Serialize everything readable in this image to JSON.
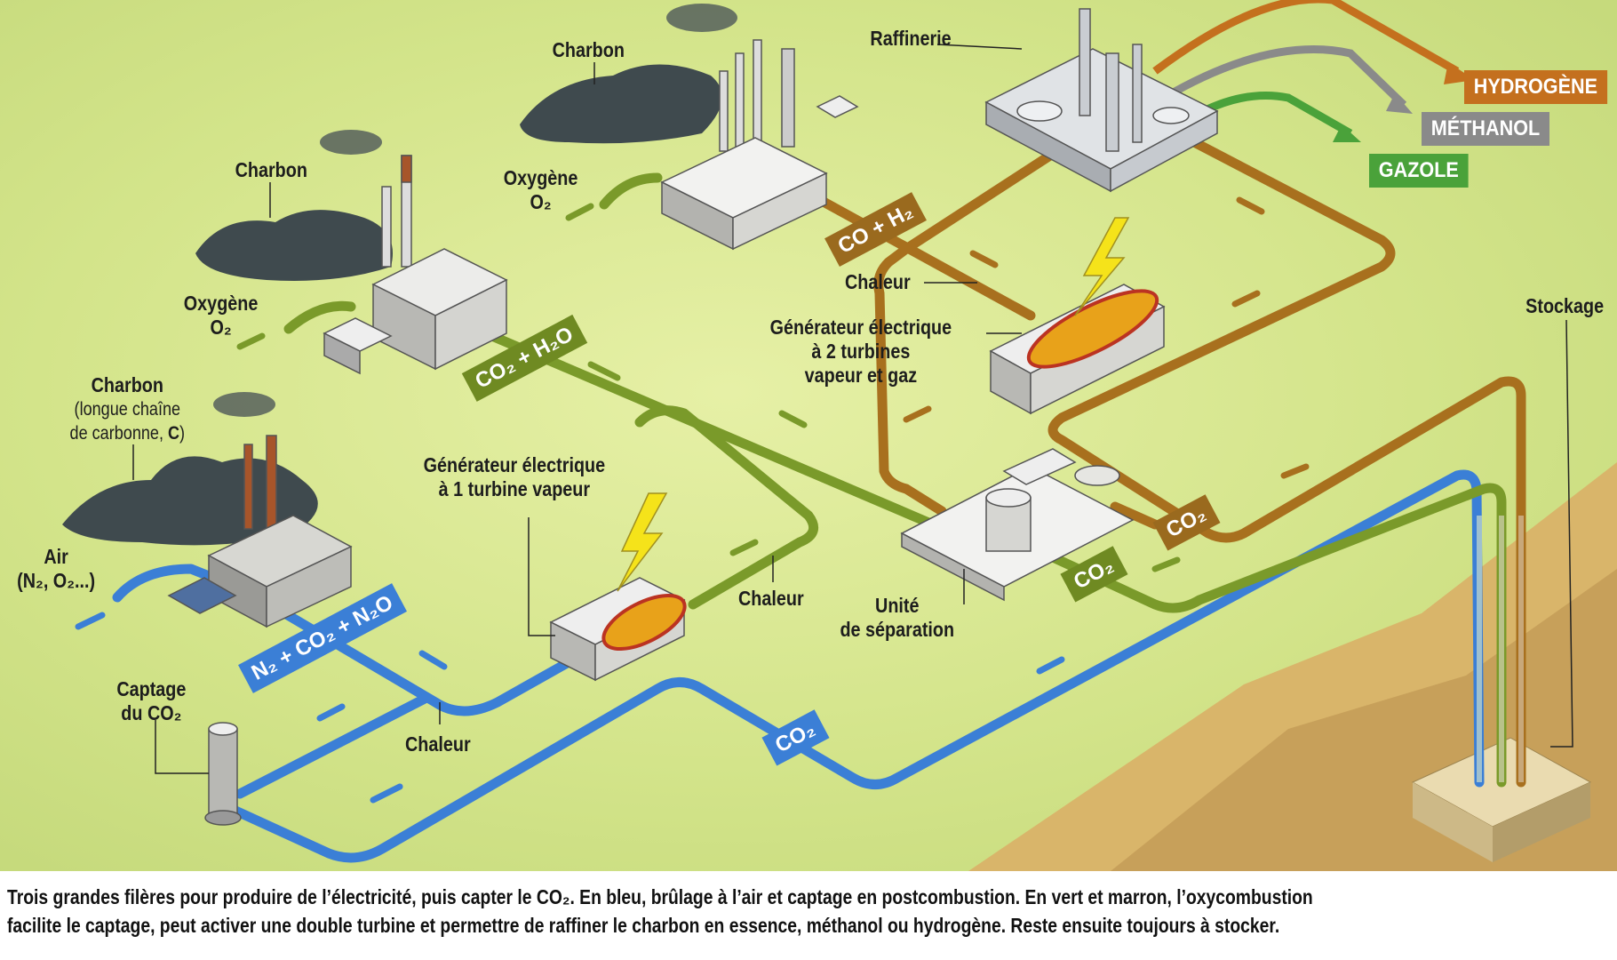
{
  "labels": {
    "charbon_top": "Charbon",
    "raffinerie": "Raffinerie",
    "charbon_mid": "Charbon",
    "oxygene_top": "Oxygène",
    "oxygene_top_formula": "O₂",
    "oxygene_left": "Oxygène",
    "oxygene_left_formula": "O₂",
    "chaleur_top": "Chaleur",
    "gen2_line1": "Générateur électrique",
    "gen2_line2": "à 2 turbines",
    "gen2_line3": "vapeur et gaz",
    "stockage": "Stockage",
    "charbon_low": "Charbon",
    "charbon_low_sub1": "(longue chaîne",
    "charbon_low_sub2": "de carbonne, ",
    "charbon_low_sub3": "C",
    "charbon_low_sub4": ")",
    "gen1_line1": "Générateur électrique",
    "gen1_line2": "à 1 turbine vapeur",
    "air": "Air",
    "air_formula": "(N₂, O₂...)",
    "chaleur_mid": "Chaleur",
    "separation_line1": "Unité",
    "separation_line2": "de séparation",
    "captage_line1": "Captage",
    "captage_line2": "du CO₂",
    "chaleur_low": "Chaleur"
  },
  "tags": {
    "co_h2": "CO + H₂",
    "co2_h2o": "CO₂ + H₂O",
    "n2_co2_n2o": "N₂ + CO₂ + N₂O",
    "co2_blue": "CO₂",
    "co2_brown": "CO₂",
    "co2_green": "CO₂"
  },
  "outputs": {
    "hydrogene": "HYDROGÈNE",
    "methanol": "MÉTHANOL",
    "gazole": "GAZOLE"
  },
  "caption": {
    "line1": "Trois grandes filères pour produire de l’électricité, puis capter le CO₂. En bleu, brûlage à l’air et captage en postcombustion. En vert et marron, l’oxycombustion",
    "line2": "facilite le captage, peut activer une double turbine et permettre de raffiner le charbon en essence, méthanol ou hydrogène. Reste ensuite toujours à stocker."
  },
  "colors": {
    "blue": "#3b7fd6",
    "green": "#7a9a2a",
    "brown": "#a8701e",
    "hydrogene": "#c4701e",
    "methanol": "#8a8a8a",
    "gazole": "#4aa23a"
  }
}
